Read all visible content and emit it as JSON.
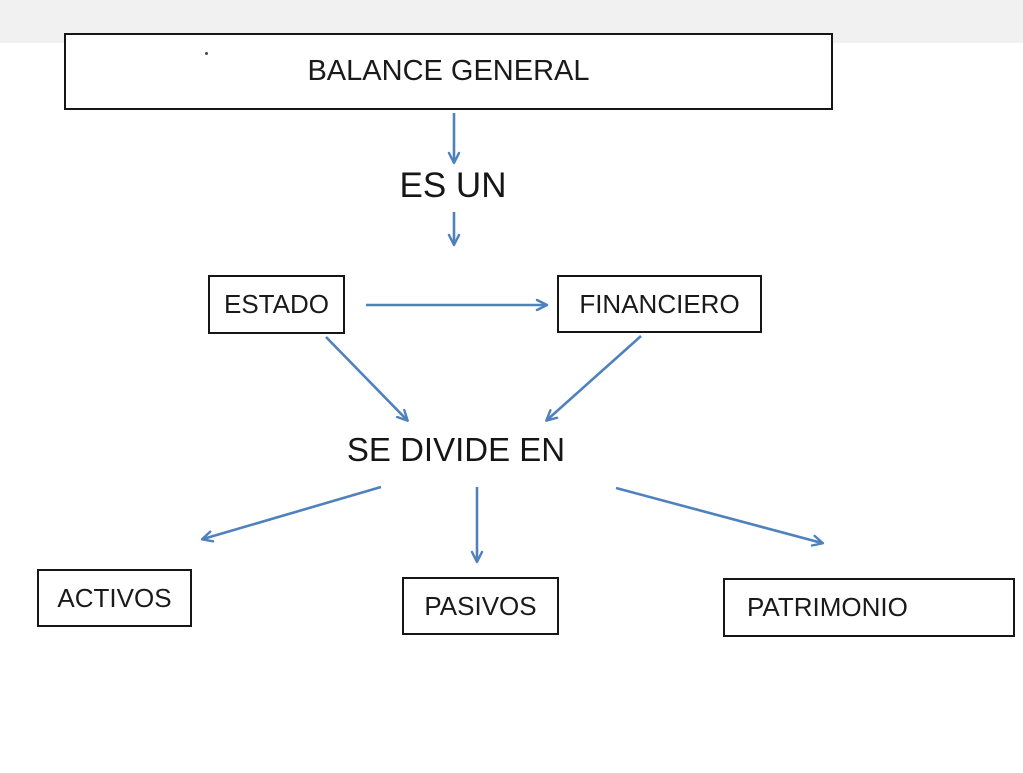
{
  "diagram": {
    "nodes": {
      "balance_general": {
        "label": "BALANCE GENERAL",
        "type": "box"
      },
      "es_un": {
        "label": "ES UN",
        "type": "connector-text"
      },
      "estado": {
        "label": "ESTADO",
        "type": "box"
      },
      "financiero": {
        "label": "FINANCIERO",
        "type": "box"
      },
      "se_divide_en": {
        "label": "SE DIVIDE EN",
        "type": "connector-text"
      },
      "activos": {
        "label": "ACTIVOS",
        "type": "box"
      },
      "pasivos": {
        "label": "PASIVOS",
        "type": "box"
      },
      "patrimonio": {
        "label": "PATRIMONIO",
        "type": "box"
      }
    },
    "edges": [
      {
        "from": "balance_general",
        "to": "es_un"
      },
      {
        "from": "es_un",
        "to": "estado_financiero"
      },
      {
        "from": "estado",
        "to": "financiero"
      },
      {
        "from": "estado",
        "to": "se_divide_en"
      },
      {
        "from": "financiero",
        "to": "se_divide_en"
      },
      {
        "from": "se_divide_en",
        "to": "activos"
      },
      {
        "from": "se_divide_en",
        "to": "pasivos"
      },
      {
        "from": "se_divide_en",
        "to": "patrimonio"
      }
    ],
    "colors": {
      "arrow": "#4f81bd",
      "box_border": "#161616",
      "text": "#1a1a1a",
      "top_band": "#f1f1f1",
      "background": "#ffffff"
    }
  }
}
